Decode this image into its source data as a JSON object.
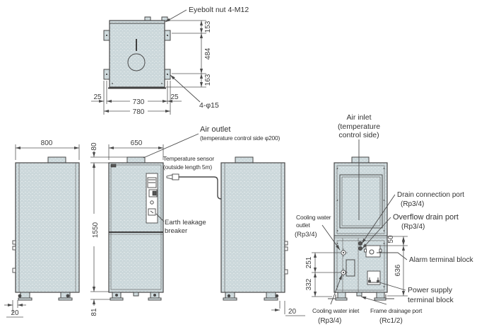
{
  "colors": {
    "panel_fill": "#ccd8db",
    "line": "#474747",
    "text": "#333333",
    "background": "#ffffff"
  },
  "top_view": {
    "eyebolt_label": "Eyebolt nut 4-M12",
    "holes_label": "4-φ15",
    "dim_153": "153",
    "dim_484": "484",
    "dim_163": "163",
    "dim_25_left": "25",
    "dim_730": "730",
    "dim_25_right": "25",
    "dim_780": "780"
  },
  "left_view": {
    "dim_800": "800",
    "dim_20": "20"
  },
  "front_view": {
    "dim_650": "650",
    "dim_80": "80",
    "dim_1550": "1550",
    "dim_81": "81",
    "air_outlet_line1": "Air outlet",
    "air_outlet_line2": "(temperature control side φ200)",
    "temp_sensor_line1": "Temperature sensor",
    "temp_sensor_line2": "(outside length 5m)",
    "breaker_line1": "Earth leakage",
    "breaker_line2": "breaker"
  },
  "right_view": {
    "dim_20": "20"
  },
  "rear_view": {
    "air_inlet_line1": "Air inlet",
    "air_inlet_line2": "(temperature",
    "air_inlet_line3": "control side)",
    "drain_line1": "Drain connection port",
    "drain_line2": "(Rp3/4)",
    "overflow_line1": "Overflow drain port",
    "overflow_line2": "(Rp3/4)",
    "alarm_label": "Alarm terminal block",
    "power_line1": "Power supply",
    "power_line2": "terminal block",
    "cooling_outlet_line1": "Cooling water",
    "cooling_outlet_line2": "outlet",
    "cooling_outlet_line3": "(Rp3/4)",
    "cooling_inlet_line1": "Cooling water inlet",
    "cooling_inlet_line2": "(Rp3/4)",
    "frame_drain_line1": "Frame drainage port",
    "frame_drain_line2": "(Rc1/2)",
    "dim_50": "50",
    "dim_636": "636",
    "dim_251": "251",
    "dim_332": "332"
  }
}
